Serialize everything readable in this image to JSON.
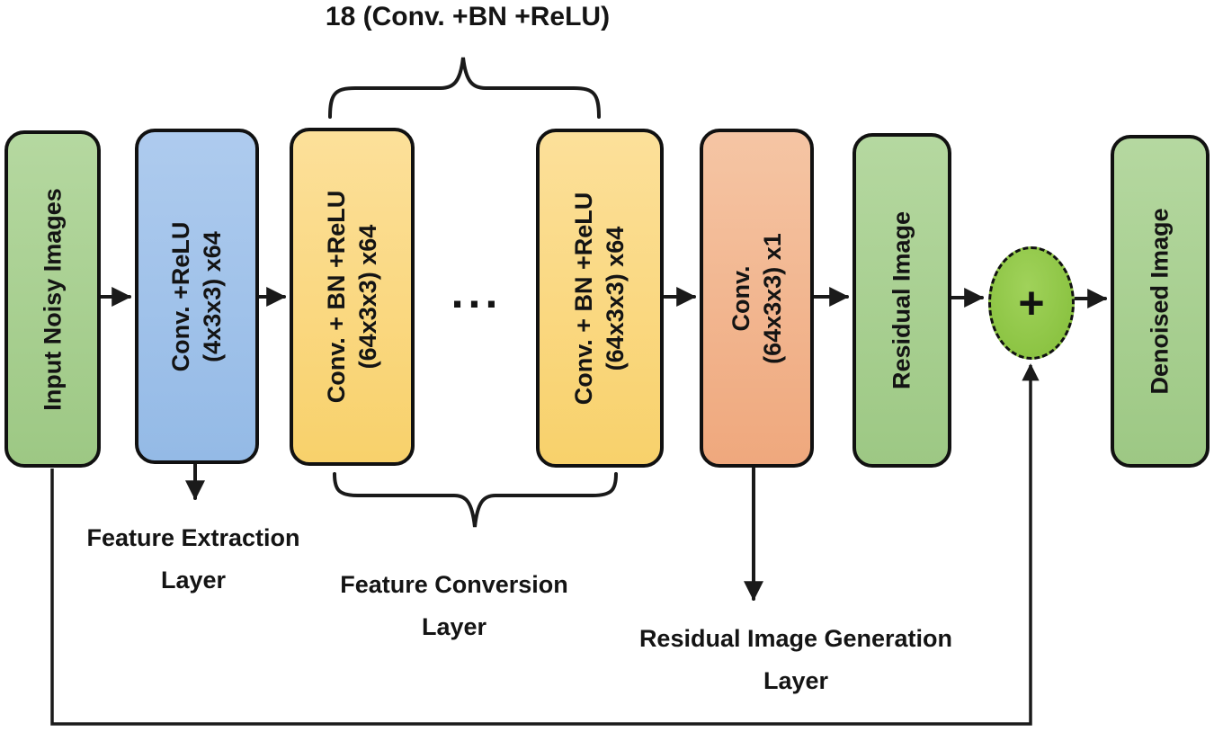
{
  "figure": {
    "title": "18 (Conv. +BN +ReLU)",
    "ellipsis": "...",
    "stroke_color": "#1a1a1a"
  },
  "nodes": [
    {
      "name": "input-noisy-images",
      "lines": [
        "Input Noisy Images"
      ],
      "fill_top": "#b5d8a0",
      "fill_bottom": "#9dc884"
    },
    {
      "name": "feature-extraction-conv",
      "lines": [
        "Conv. +ReLU",
        "(4x3x3) x64"
      ],
      "fill_top": "#aecbee",
      "fill_bottom": "#94bae6"
    },
    {
      "name": "feature-conversion-first",
      "lines": [
        "Conv. + BN +ReLU",
        "(64x3x3) x64"
      ],
      "fill_top": "#fce09a",
      "fill_bottom": "#f8d16b"
    },
    {
      "name": "feature-conversion-last",
      "lines": [
        "Conv. + BN +ReLU",
        "(64x3x3) x64"
      ],
      "fill_top": "#fce09a",
      "fill_bottom": "#f8d16b"
    },
    {
      "name": "residual-generation-conv",
      "lines": [
        "Conv.",
        "(64x3x3) x1"
      ],
      "fill_top": "#f5c5a4",
      "fill_bottom": "#efa87d"
    },
    {
      "name": "residual-image",
      "lines": [
        "Residual Image"
      ],
      "fill_top": "#b5d8a0",
      "fill_bottom": "#9dc884"
    },
    {
      "name": "denoised-image",
      "lines": [
        "Denoised Image"
      ],
      "fill_top": "#b5d8a0",
      "fill_bottom": "#9dc884"
    }
  ],
  "plus_circle": {
    "symbol": "+",
    "fill_top": "#a0d25a",
    "fill_bottom": "#84be3a"
  },
  "labels": [
    {
      "line1": "Feature Extraction",
      "line2": "Layer"
    },
    {
      "line1": "Feature Conversion",
      "line2": "Layer"
    },
    {
      "line1": "Residual Image Generation",
      "line2": "Layer"
    }
  ]
}
